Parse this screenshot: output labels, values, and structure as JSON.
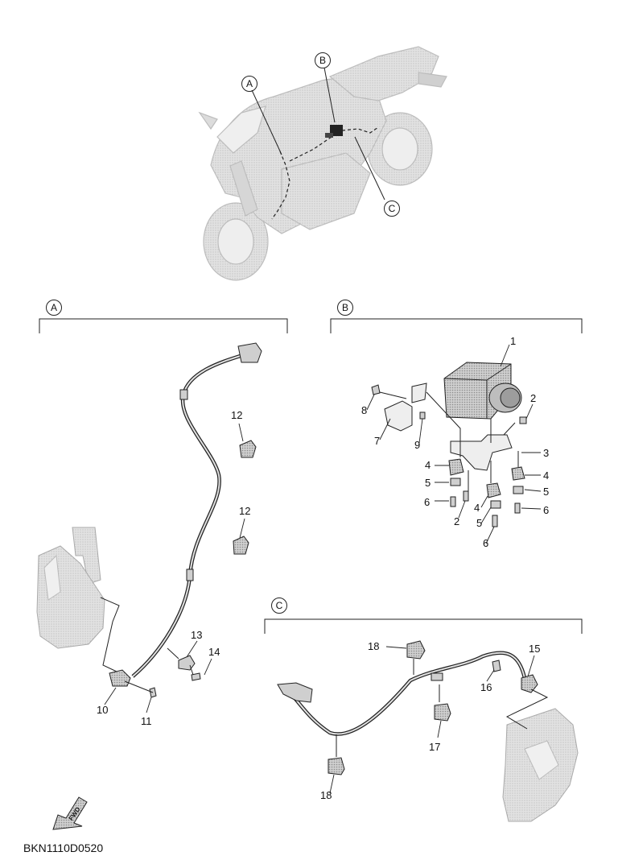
{
  "callouts": {
    "A": "A",
    "B": "B",
    "C": "C"
  },
  "parts": {
    "p1": "1",
    "p2a": "2",
    "p2b": "2",
    "p3": "3",
    "p4a": "4",
    "p4b": "4",
    "p4c": "4",
    "p5a": "5",
    "p5b": "5",
    "p5c": "5",
    "p6a": "6",
    "p6b": "6",
    "p6c": "6",
    "p7": "7",
    "p8": "8",
    "p9": "9",
    "p10": "10",
    "p11": "11",
    "p12a": "12",
    "p12b": "12",
    "p13": "13",
    "p14": "14",
    "p15": "15",
    "p16": "16",
    "p17": "17",
    "p18a": "18",
    "p18b": "18"
  },
  "fwd_label": "FWD",
  "diagram_code": "BKN1110D0520",
  "colors": {
    "line": "#222222",
    "part_fill": "#d9d9d9",
    "part_dark": "#8a8a8a",
    "ecu": "#6f6f6f"
  }
}
